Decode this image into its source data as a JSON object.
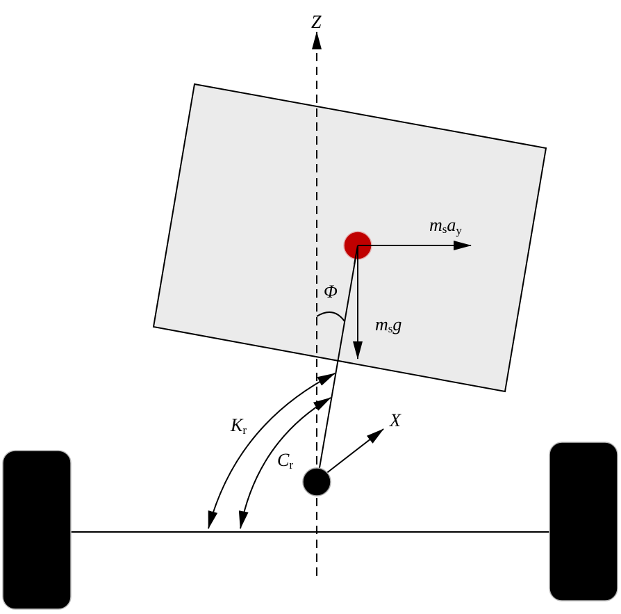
{
  "labels": {
    "z_axis": "Z",
    "x_axis": "X",
    "roll_angle": "Φ",
    "lateral_force": {
      "base": "m",
      "sub1": "s",
      "base2": "a",
      "sub2": "y"
    },
    "gravity_force": {
      "base": "m",
      "sub": "s",
      "base2": "g"
    },
    "roll_stiffness": {
      "base": "K",
      "sub": "r"
    },
    "roll_damping": {
      "base": "C",
      "sub": "r"
    }
  },
  "colors": {
    "sprung_mass_fill": "#ebebeb",
    "cg_marker": "#c00000",
    "roll_center": "#000000",
    "wheels": "#000000"
  }
}
